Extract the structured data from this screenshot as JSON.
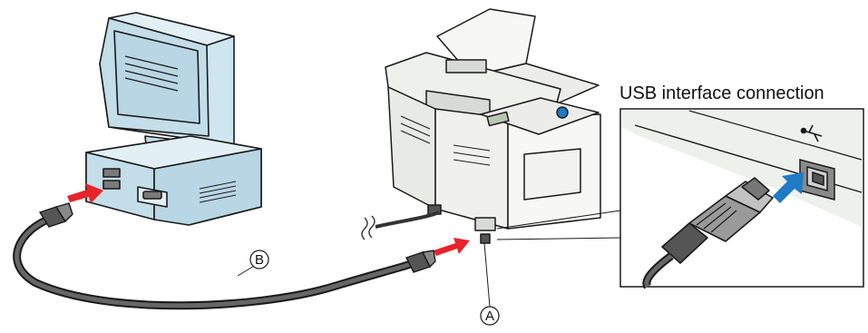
{
  "inset": {
    "title": "USB interface connection"
  },
  "callouts": {
    "a": "A",
    "b": "B"
  },
  "icons": {
    "computer": "desktop-computer-icon",
    "printer": "multifunction-printer-icon",
    "cable": "usb-cable",
    "usb_symbol": "usb-trident-icon"
  },
  "colors": {
    "computer_fill": "#cfe5ef",
    "computer_stroke": "#1a1a1a",
    "printer_fill": "#f4f5f2",
    "arrow_red": "#e8232a",
    "arrow_blue": "#1e7bc4",
    "cable": "#555555",
    "port_gray": "#7a7a7a"
  }
}
